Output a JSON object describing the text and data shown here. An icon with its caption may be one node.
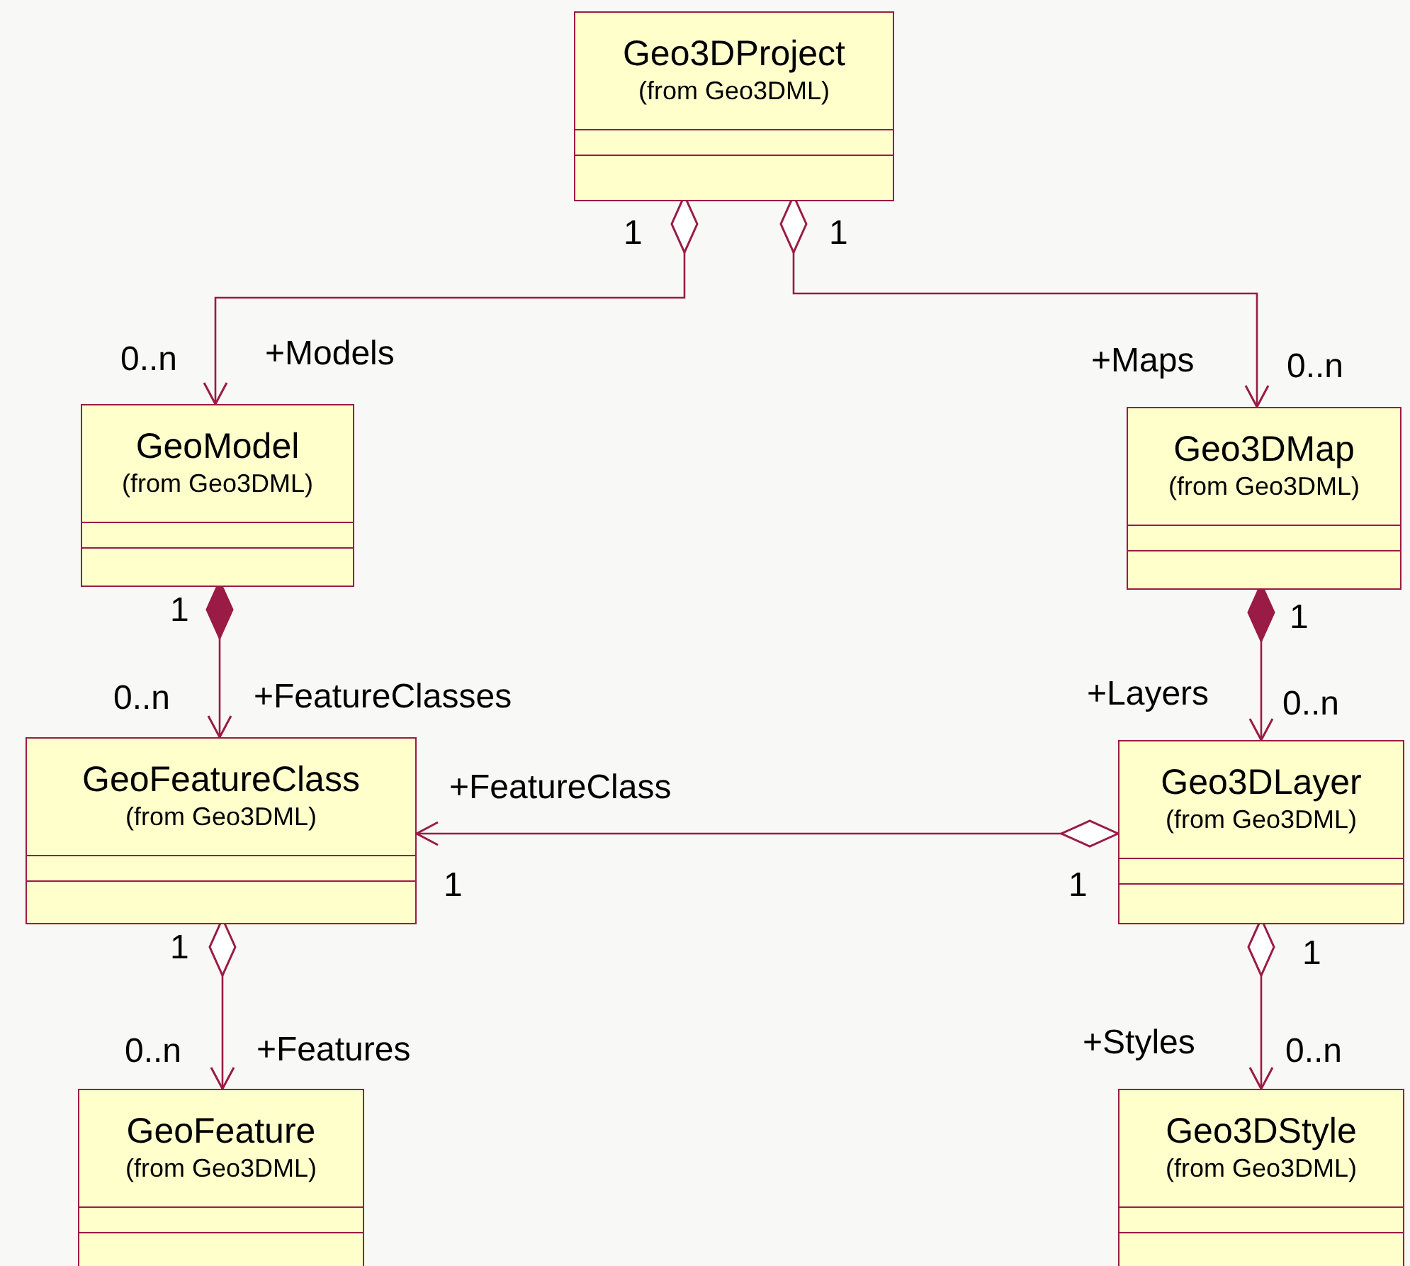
{
  "diagram": {
    "nodes": [
      {
        "text": [
          "Geo3DProject",
          "(from Geo3DML)"
        ]
      },
      {
        "text": [
          "GeoModel",
          "(from Geo3DML)"
        ]
      },
      {
        "text": [
          "Geo3DMap",
          "(from Geo3DML)"
        ]
      },
      {
        "text": [
          "GeoFeatureClass",
          "(from Geo3DML)"
        ]
      },
      {
        "text": [
          "Geo3DLayer",
          "(from Geo3DML)"
        ]
      },
      {
        "text": [
          "GeoFeature",
          "(from Geo3DML)"
        ]
      },
      {
        "text": [
          "Geo3DStyle",
          "(from Geo3DML)"
        ]
      }
    ],
    "edges": [
      {
        "from": 0,
        "to": 1,
        "arrow": "to",
        "label": "+Models"
      },
      {
        "from": 0,
        "to": 2,
        "arrow": "to",
        "label": "+Maps"
      },
      {
        "from": 1,
        "to": 3,
        "arrow": "to",
        "label": "+FeatureClasses"
      },
      {
        "from": 2,
        "to": 4,
        "arrow": "to",
        "label": "+Layers"
      },
      {
        "from": 4,
        "to": 3,
        "arrow": "to",
        "label": "+FeatureClass"
      },
      {
        "from": 3,
        "to": 5,
        "arrow": "to",
        "label": "+Features"
      },
      {
        "from": 4,
        "to": 6,
        "arrow": "to",
        "label": "+Styles"
      }
    ],
    "labels": [
      "1",
      "1",
      "0..n",
      "0..n",
      "1",
      "1",
      "0..n",
      "0..n",
      "1",
      "1",
      "1",
      "1",
      "0..n",
      "0..n"
    ]
  }
}
